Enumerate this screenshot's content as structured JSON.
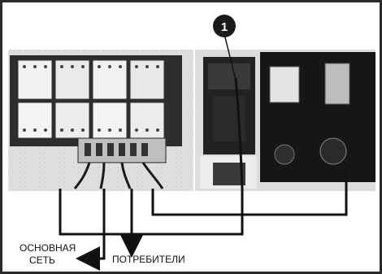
{
  "callout": {
    "number": "1"
  },
  "labels": {
    "main_line_1": "ОСНОВНАЯ",
    "main_line_2": "СЕТЬ",
    "consumers": "ПОТРЕБИТЕЛИ"
  },
  "colors": {
    "border": "#2a2a2a",
    "wire": "#111111",
    "photo_light": "#e6e6e6",
    "photo_dark": "#1c1c1c"
  }
}
